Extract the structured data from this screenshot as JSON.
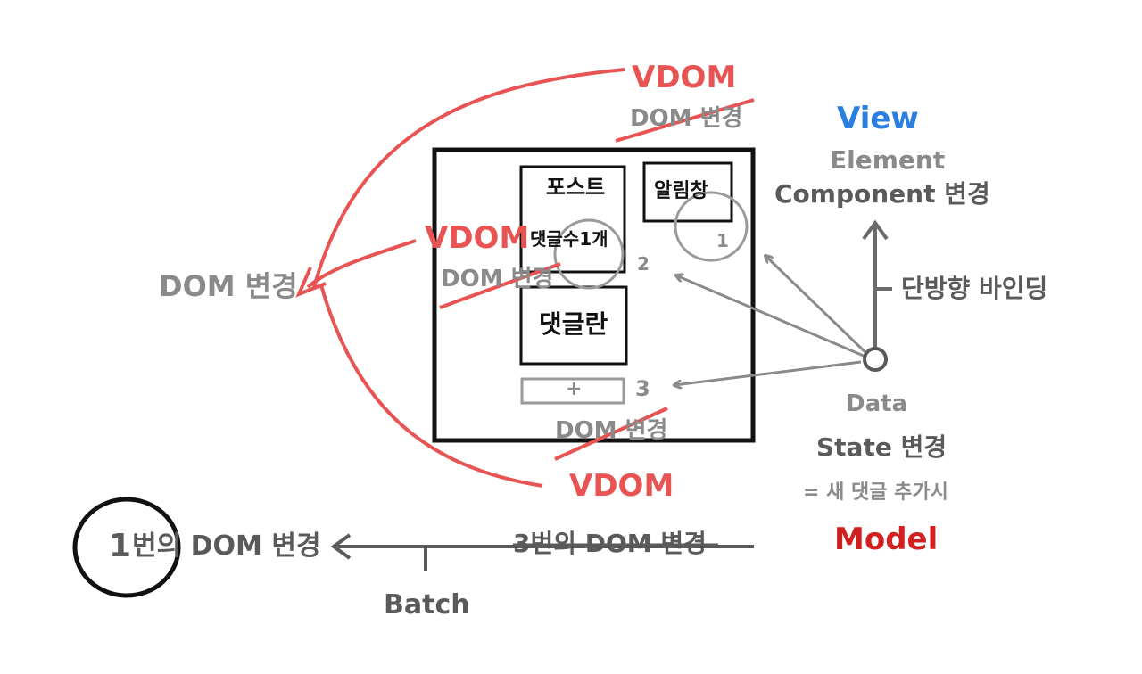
{
  "view": {
    "title": "View",
    "element": "Element",
    "component": "Component 변경"
  },
  "binding": {
    "label": "단방향 바인딩"
  },
  "model": {
    "data": "Data",
    "state": "State 변경",
    "new_comment": "= 새 댓글 추가시",
    "title": "Model"
  },
  "page": {
    "post": "포스트",
    "comment_count": "댓글수1개",
    "notification": "알림창",
    "comment_box": "댓글란",
    "plus": "+",
    "marker_1": "1",
    "marker_2": "2",
    "marker_3": "3"
  },
  "vdom_labels": [
    "VDOM",
    "VDOM",
    "VDOM"
  ],
  "dom_change_struck": [
    "DOM 변경",
    "DOM 변경",
    "DOM 변경"
  ],
  "left_dom_change": "DOM 변경",
  "batch": {
    "result_count": "1",
    "result_text": "번의 DOM 변경",
    "struck_text": "3번의 DOM 변경",
    "label": "Batch"
  },
  "colors": {
    "vdom_red": "#e85454",
    "view_blue": "#2a7fe0",
    "model_red": "#d21f1f",
    "gray": "#8a8a8a",
    "ink": "#111111"
  }
}
